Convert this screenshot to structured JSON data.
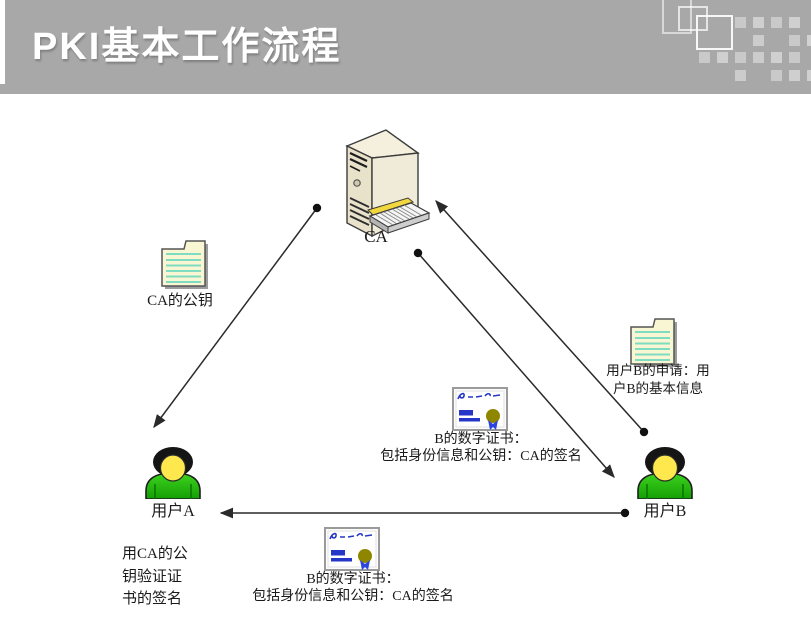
{
  "header": {
    "title": "PKI基本工作流程"
  },
  "diagram": {
    "ca_label": "CA",
    "ca_public_key_label": "CA的公钥",
    "user_b_request_label": "用户B的申请：用\n户B的基本信息",
    "cert_upper_label": "B的数字证书：\n包括身份信息和公钥：CA的签名",
    "cert_lower_label": "B的数字证书：\n包括身份信息和公钥：CA的签名",
    "user_a_label": "用户A",
    "user_b_label": "用户B",
    "verify_note": "用CA的公\n钥验证证\n书的签名",
    "colors": {
      "banner_gray": "#a8a8a8",
      "arrow": "#2a2a2a",
      "folder_body": "#f9f6d3",
      "folder_lines": "#7fdcc0",
      "server_body": "#efe9d6",
      "keyboard_yellow": "#f2d73e",
      "person_shirt_green": "#2bbf12",
      "person_face_yellow": "#ffe74e",
      "person_hair": "#151515",
      "cert_ink_blue": "#2536c9",
      "seal_gold": "#8f8600"
    }
  }
}
